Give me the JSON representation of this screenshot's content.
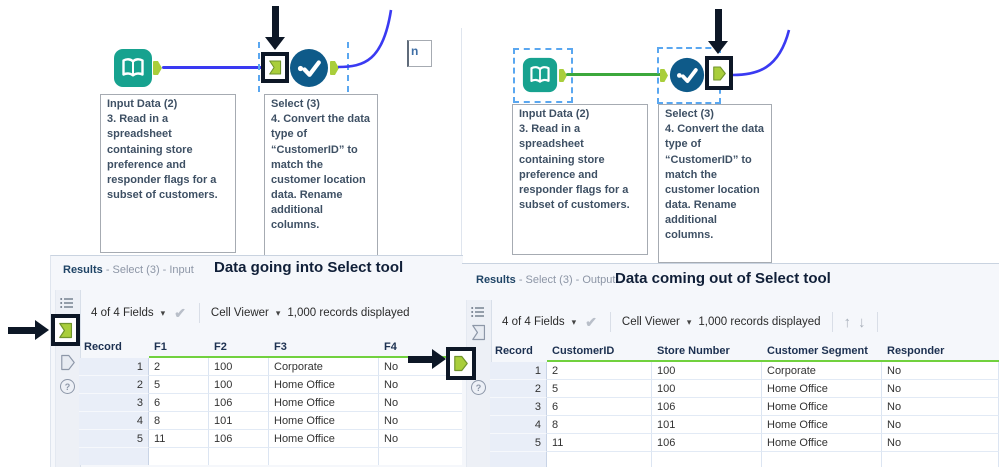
{
  "colors": {
    "tool_teal": "#17A28F",
    "tool_navy": "#0E5A89",
    "wire_blue": "#3A3AF2",
    "wire_green": "#3CA83C",
    "anchor_green": "#A9CE3B",
    "selection_blue": "#5AA7F0",
    "header_underline_green": "#71D13E"
  },
  "icons": {
    "caret": "▾",
    "check": "✔",
    "up": "↑",
    "down": "↓",
    "help": "?"
  },
  "left_workflow": {
    "input_tool": {
      "label": "Input Data (2)",
      "description": "3. Read in a spreadsheet containing store preference and responder flags for a subset of customers."
    },
    "select_tool": {
      "label": "Select (3)",
      "description": "4. Convert the data type of “CustomerID” to match the customer location data. Rename additional columns."
    },
    "clipped_text": "n"
  },
  "right_workflow": {
    "input_tool": {
      "label": "Input Data (2)",
      "description": "3. Read in a spreadsheet containing store preference and responder flags for a subset of customers."
    },
    "select_tool": {
      "label": "Select (3)",
      "description": "4. Convert the data type of “CustomerID” to match the customer location data. Rename additional columns."
    }
  },
  "left_results": {
    "panel_label": "Results",
    "connection_label": "- Select (3) - Input",
    "annotation": "Data going into Select tool",
    "toolbar": {
      "fields_dropdown": "4 of 4 Fields",
      "cell_viewer_dropdown": "Cell Viewer",
      "records_text": "1,000 records displayed"
    },
    "table": {
      "columns": [
        "Record",
        "F1",
        "F2",
        "F3",
        "F4"
      ],
      "rows": [
        [
          "1",
          "2",
          "100",
          "Corporate",
          "No"
        ],
        [
          "2",
          "5",
          "100",
          "Home Office",
          "No"
        ],
        [
          "3",
          "6",
          "106",
          "Home Office",
          "No"
        ],
        [
          "4",
          "8",
          "101",
          "Home Office",
          "No"
        ],
        [
          "5",
          "11",
          "106",
          "Home Office",
          "No"
        ]
      ]
    }
  },
  "right_results": {
    "panel_label": "Results",
    "connection_label": "- Select (3) - Output",
    "annotation": "Data coming out of Select tool",
    "toolbar": {
      "fields_dropdown": "4 of 4 Fields",
      "cell_viewer_dropdown": "Cell Viewer",
      "records_text": "1,000 records displayed"
    },
    "table": {
      "columns": [
        "Record",
        "CustomerID",
        "Store Number",
        "Customer Segment",
        "Responder"
      ],
      "rows": [
        [
          "1",
          "2",
          "100",
          "Corporate",
          "No"
        ],
        [
          "2",
          "5",
          "100",
          "Home Office",
          "No"
        ],
        [
          "3",
          "6",
          "106",
          "Home Office",
          "No"
        ],
        [
          "4",
          "8",
          "101",
          "Home Office",
          "No"
        ],
        [
          "5",
          "11",
          "106",
          "Home Office",
          "No"
        ]
      ]
    }
  }
}
